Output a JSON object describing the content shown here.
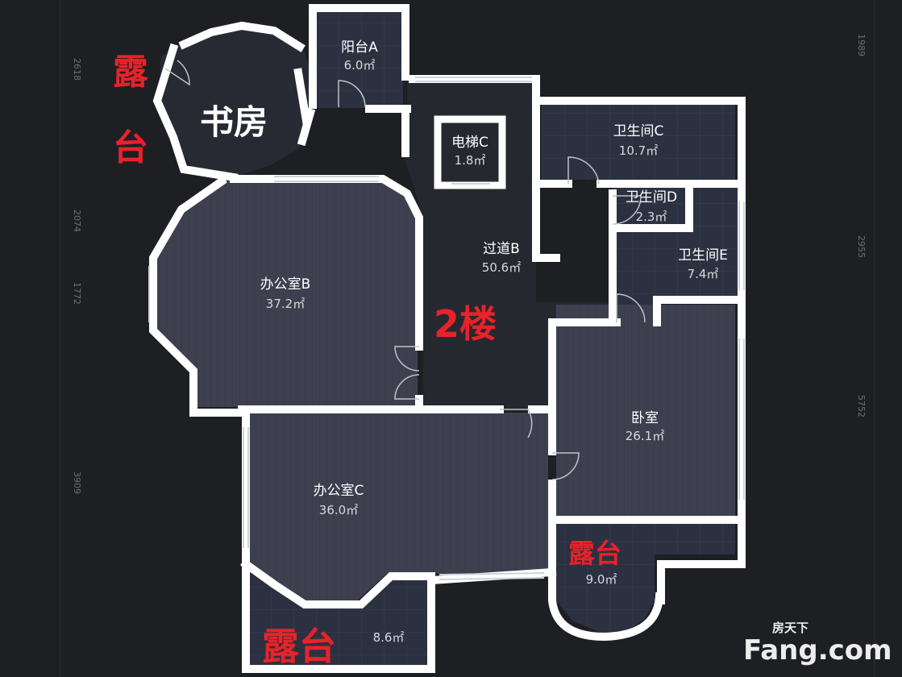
{
  "floor_label": "2楼",
  "study_label": "书房",
  "terrace_labels": {
    "top_left_1": "露",
    "top_left_2": "台",
    "bottom": "露台",
    "right": "露台"
  },
  "rooms": {
    "balcony_a": {
      "name": "阳台A",
      "area": "6.0㎡"
    },
    "elevator_c": {
      "name": "电梯C",
      "area": "1.8㎡"
    },
    "bath_c": {
      "name": "卫生间C",
      "area": "10.7㎡"
    },
    "bath_d": {
      "name": "卫生间D",
      "area": "2.3㎡"
    },
    "bath_e": {
      "name": "卫生间E",
      "area": "7.4㎡"
    },
    "corridor_b": {
      "name": "过道B",
      "area": "50.6㎡"
    },
    "office_b": {
      "name": "办公室B",
      "area": "37.2㎡"
    },
    "office_c": {
      "name": "办公室C",
      "area": "36.0㎡"
    },
    "bedroom": {
      "name": "卧室",
      "area": "26.1㎡"
    },
    "terrace_right": {
      "area": "9.0㎡"
    },
    "terrace_bottom": {
      "area": "8.6㎡"
    }
  },
  "dimensions": {
    "left": [
      "2618",
      "2074",
      "1772",
      "3909"
    ],
    "right": [
      "1989",
      "2955",
      "5752"
    ]
  },
  "watermark": {
    "line1": "房天下",
    "line2": "Fang.com"
  },
  "colors": {
    "background": "#1e1f23",
    "wall": "#ffffff",
    "floor_wood": "#3e4050",
    "floor_tile": "#2b3140",
    "corridor": "#262830",
    "label_red": "#e8222a"
  }
}
